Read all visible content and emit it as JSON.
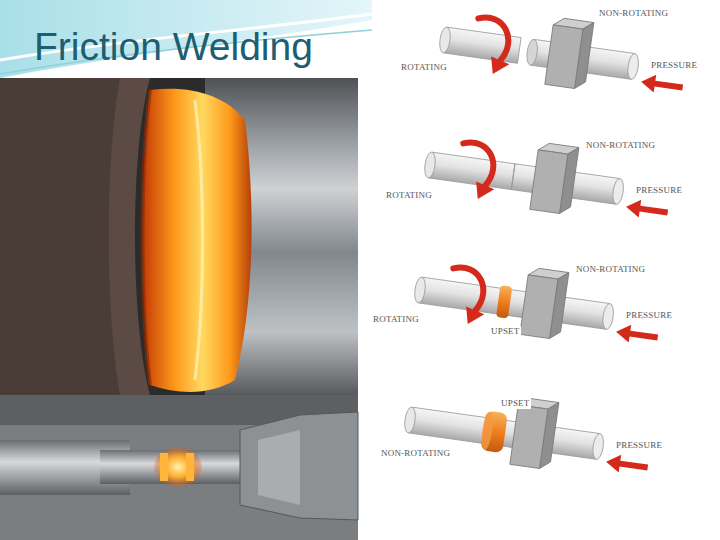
{
  "diagram": {
    "title": "Friction Welding",
    "labels": [
      "NON-ROTATING",
      "ROTATING",
      "PRESSURE",
      "NON-ROTATING",
      "ROTATING",
      "PRESSURE",
      "NON-ROTATING",
      "ROTATING",
      "UPSET",
      "PRESSURE",
      "UPSET",
      "NON-ROTATING",
      "PRESSURE"
    ]
  }
}
